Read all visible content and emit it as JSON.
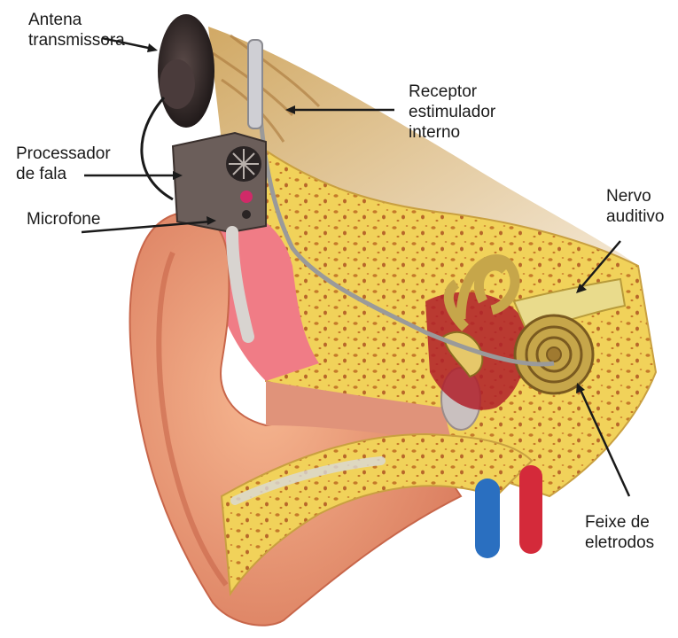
{
  "labels": {
    "antena": [
      "Antena",
      "transmissora"
    ],
    "processador": [
      "Processador",
      "de fala"
    ],
    "microfone": [
      "Microfone"
    ],
    "receptor": [
      "Receptor",
      "estimulador",
      "interno"
    ],
    "nervo": [
      "Nervo",
      "auditivo"
    ],
    "feixe": [
      "Feixe de",
      "eletrodos"
    ]
  },
  "colors": {
    "skin": "#eb9a78",
    "bone": "#f1d25a",
    "bone_pores": "#c57a2a",
    "canal": "#d98a72",
    "device": "#6b5e5a",
    "antenna": "#2b2424",
    "artery": "#d42a3a",
    "vein": "#2a6fc0",
    "cochlea": "#c6a64a",
    "arrow": "#1a1a1a"
  }
}
